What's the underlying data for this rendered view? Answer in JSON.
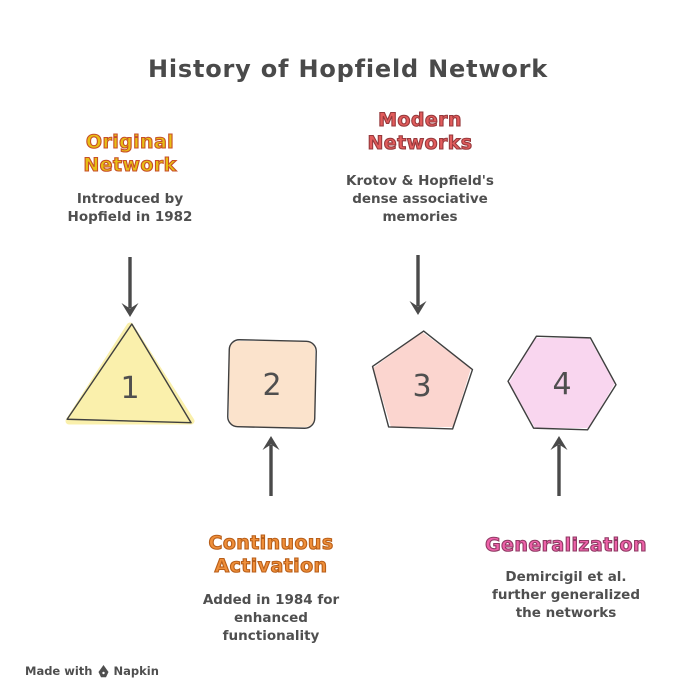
{
  "title": "History of Hopfield Network",
  "annotations": {
    "original": {
      "heading": "Original\nNetwork",
      "body": "Introduced by\nHopfield in 1982",
      "heading_color": "#e8be14",
      "heading_outline": "#c74e28"
    },
    "modern": {
      "heading": "Modern\nNetworks",
      "body": "Krotov & Hopfield's\ndense associative\nmemories",
      "heading_color": "#e25c5c",
      "heading_outline": "#96393c"
    },
    "continuous": {
      "heading": "Continuous\nActivation",
      "body": "Added in 1984 for\nenhanced\nfunctionality",
      "heading_color": "#ef8f3a",
      "heading_outline": "#b85e19"
    },
    "generalization": {
      "heading": "Generalization",
      "body": "Demircigil et al.\nfurther generalized\nthe networks",
      "heading_color": "#ee61a9",
      "heading_outline": "#8f3a63"
    }
  },
  "steps": [
    {
      "number": "1",
      "shape": "triangle",
      "fill": "#FAF0AC"
    },
    {
      "number": "2",
      "shape": "square",
      "fill": "#FBE3CC"
    },
    {
      "number": "3",
      "shape": "pentagon",
      "fill": "#FBD5CF"
    },
    {
      "number": "4",
      "shape": "hexagon",
      "fill": "#F9D6EF"
    }
  ],
  "colors": {
    "text_dark": "#4a4a4a",
    "sketch_outline": "#3f3f3f",
    "background": "#ffffff"
  },
  "footer": {
    "made_with": "Made with",
    "brand": "Napkin"
  }
}
